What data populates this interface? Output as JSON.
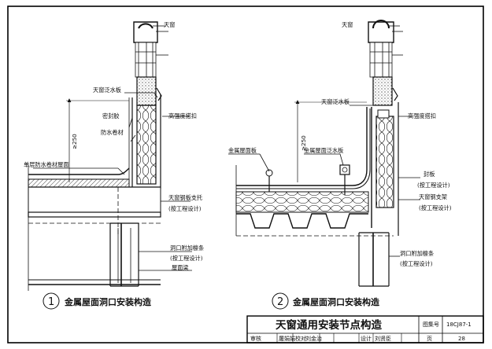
{
  "detail1": {
    "labels": {
      "skylight": "天窗",
      "skylight_flashing": "天窗泛水板",
      "sealant": "密封胶",
      "waterproof_membrane": "防水卷材",
      "height_code": "≥250",
      "high_strength_clip": "高强度搭扣",
      "single_layer_roof": "单层防水卷材屋面",
      "steel_support": "天窗钢板支托",
      "steel_support_note": "(按工程设计)",
      "purlin": "洞口附加檩条",
      "purlin_note": "(按工程设计)",
      "roof_beam": "屋面梁"
    },
    "caption_number": "1",
    "caption": "金属屋面洞口安装构造"
  },
  "detail2": {
    "labels": {
      "skylight": "天窗",
      "skylight_flashing": "天窗泛水板",
      "high_strength_clip": "高强度搭扣",
      "metal_roof_panel": "金属屋面板",
      "metal_roof_flashing": "金属屋面泛水板",
      "height_code": "≥250",
      "closure_plate": "封板",
      "closure_note": "(按工程设计)",
      "steel_frame": "天窗钢支架",
      "steel_frame_note": "(按工程设计)",
      "purlin": "洞口附加檩条",
      "purlin_note": "(按工程设计)"
    },
    "caption_number": "2",
    "caption": "金属屋面洞口安装构造"
  },
  "title_block": {
    "title": "天窗通用安装节点构造",
    "atlas_label": "图集号",
    "atlas_number": "18CJ87-1",
    "review_label": "审核",
    "review_name": "屠娟娟",
    "check_label": "校对",
    "check_name": "刘金治",
    "design_label": "设计",
    "design_name": "刘贤臣",
    "page_label": "页",
    "page_number": "28"
  },
  "colors": {
    "line": "#111111",
    "frame": "#000000"
  }
}
